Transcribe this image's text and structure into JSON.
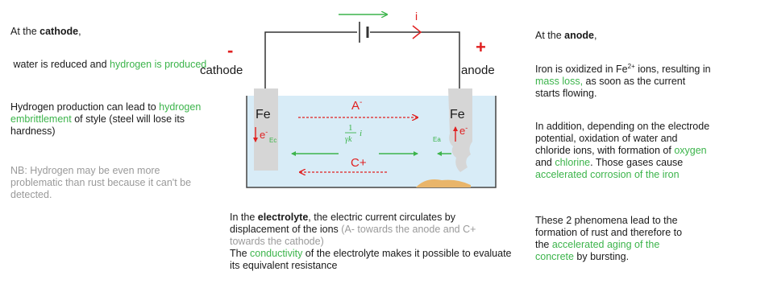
{
  "colors": {
    "green": "#3cb44b",
    "red": "#e02020",
    "grey": "#9a9a9a",
    "electrolyte": "#d8ecf7",
    "electrode": "#d6d6d6",
    "sediment": "#e9b56a"
  },
  "cathode_panel": {
    "title_prefix": "At the ",
    "title_bold": "cathode",
    "title_suffix": ",",
    "p1_a": "water is reduced and ",
    "p1_green": "hydrogen is produced",
    "p2_a": "Hydrogen production can lead to ",
    "p2_green": "hydrogen embrittlement",
    "p2_b": " of style (steel will lose its hardness)",
    "nb": "NB: Hydrogen may be even more problematic than rust because it can't be detected."
  },
  "anode_panel": {
    "title_prefix": "At the ",
    "title_bold": "anode",
    "title_suffix": ",",
    "p1_a": "Iron is oxidized in Fe",
    "p1_sup": "2+",
    "p1_b": " ions, resulting in ",
    "p1_green": "mass loss,",
    "p1_c": " as soon as the current starts flowing.",
    "p2_a": "In addition, depending on the electrode potential, oxidation of water and chloride ions, with formation of ",
    "p2_green1": "oxygen",
    "p2_b": " and ",
    "p2_green2": "chlorine",
    "p2_c": ". Those gases cause ",
    "p2_green3": "accelerated corrosion of the iron",
    "p3_a": "These 2 phenomena lead to the formation of rust and therefore to the ",
    "p3_green": "accelerated aging of the concrete",
    "p3_b": " by bursting."
  },
  "electrolyte_panel": {
    "a": "In the ",
    "bold": "electrolyte",
    "b": ", the electric current circulates by displacement of the ions ",
    "grey": "(A- towards the anode and C+ towards the cathode)",
    "c": "The ",
    "green": "conductivity",
    "d": " of the electrolyte makes it possible to evaluate its equivalent resistance"
  },
  "diagram": {
    "minus_sign": "-",
    "plus_sign": "+",
    "cathode_label": "cathode",
    "anode_label": "anode",
    "current_label": "i",
    "fe_left": "Fe",
    "fe_right": "Fe",
    "electron": "e",
    "electron_sup": "-",
    "ec_label": "Ec",
    "ea_label": "Ea",
    "anion": "A",
    "anion_sup": "-",
    "cation": "C+",
    "frac_num": "1",
    "frac_den": "γk",
    "frac_var": "i"
  }
}
